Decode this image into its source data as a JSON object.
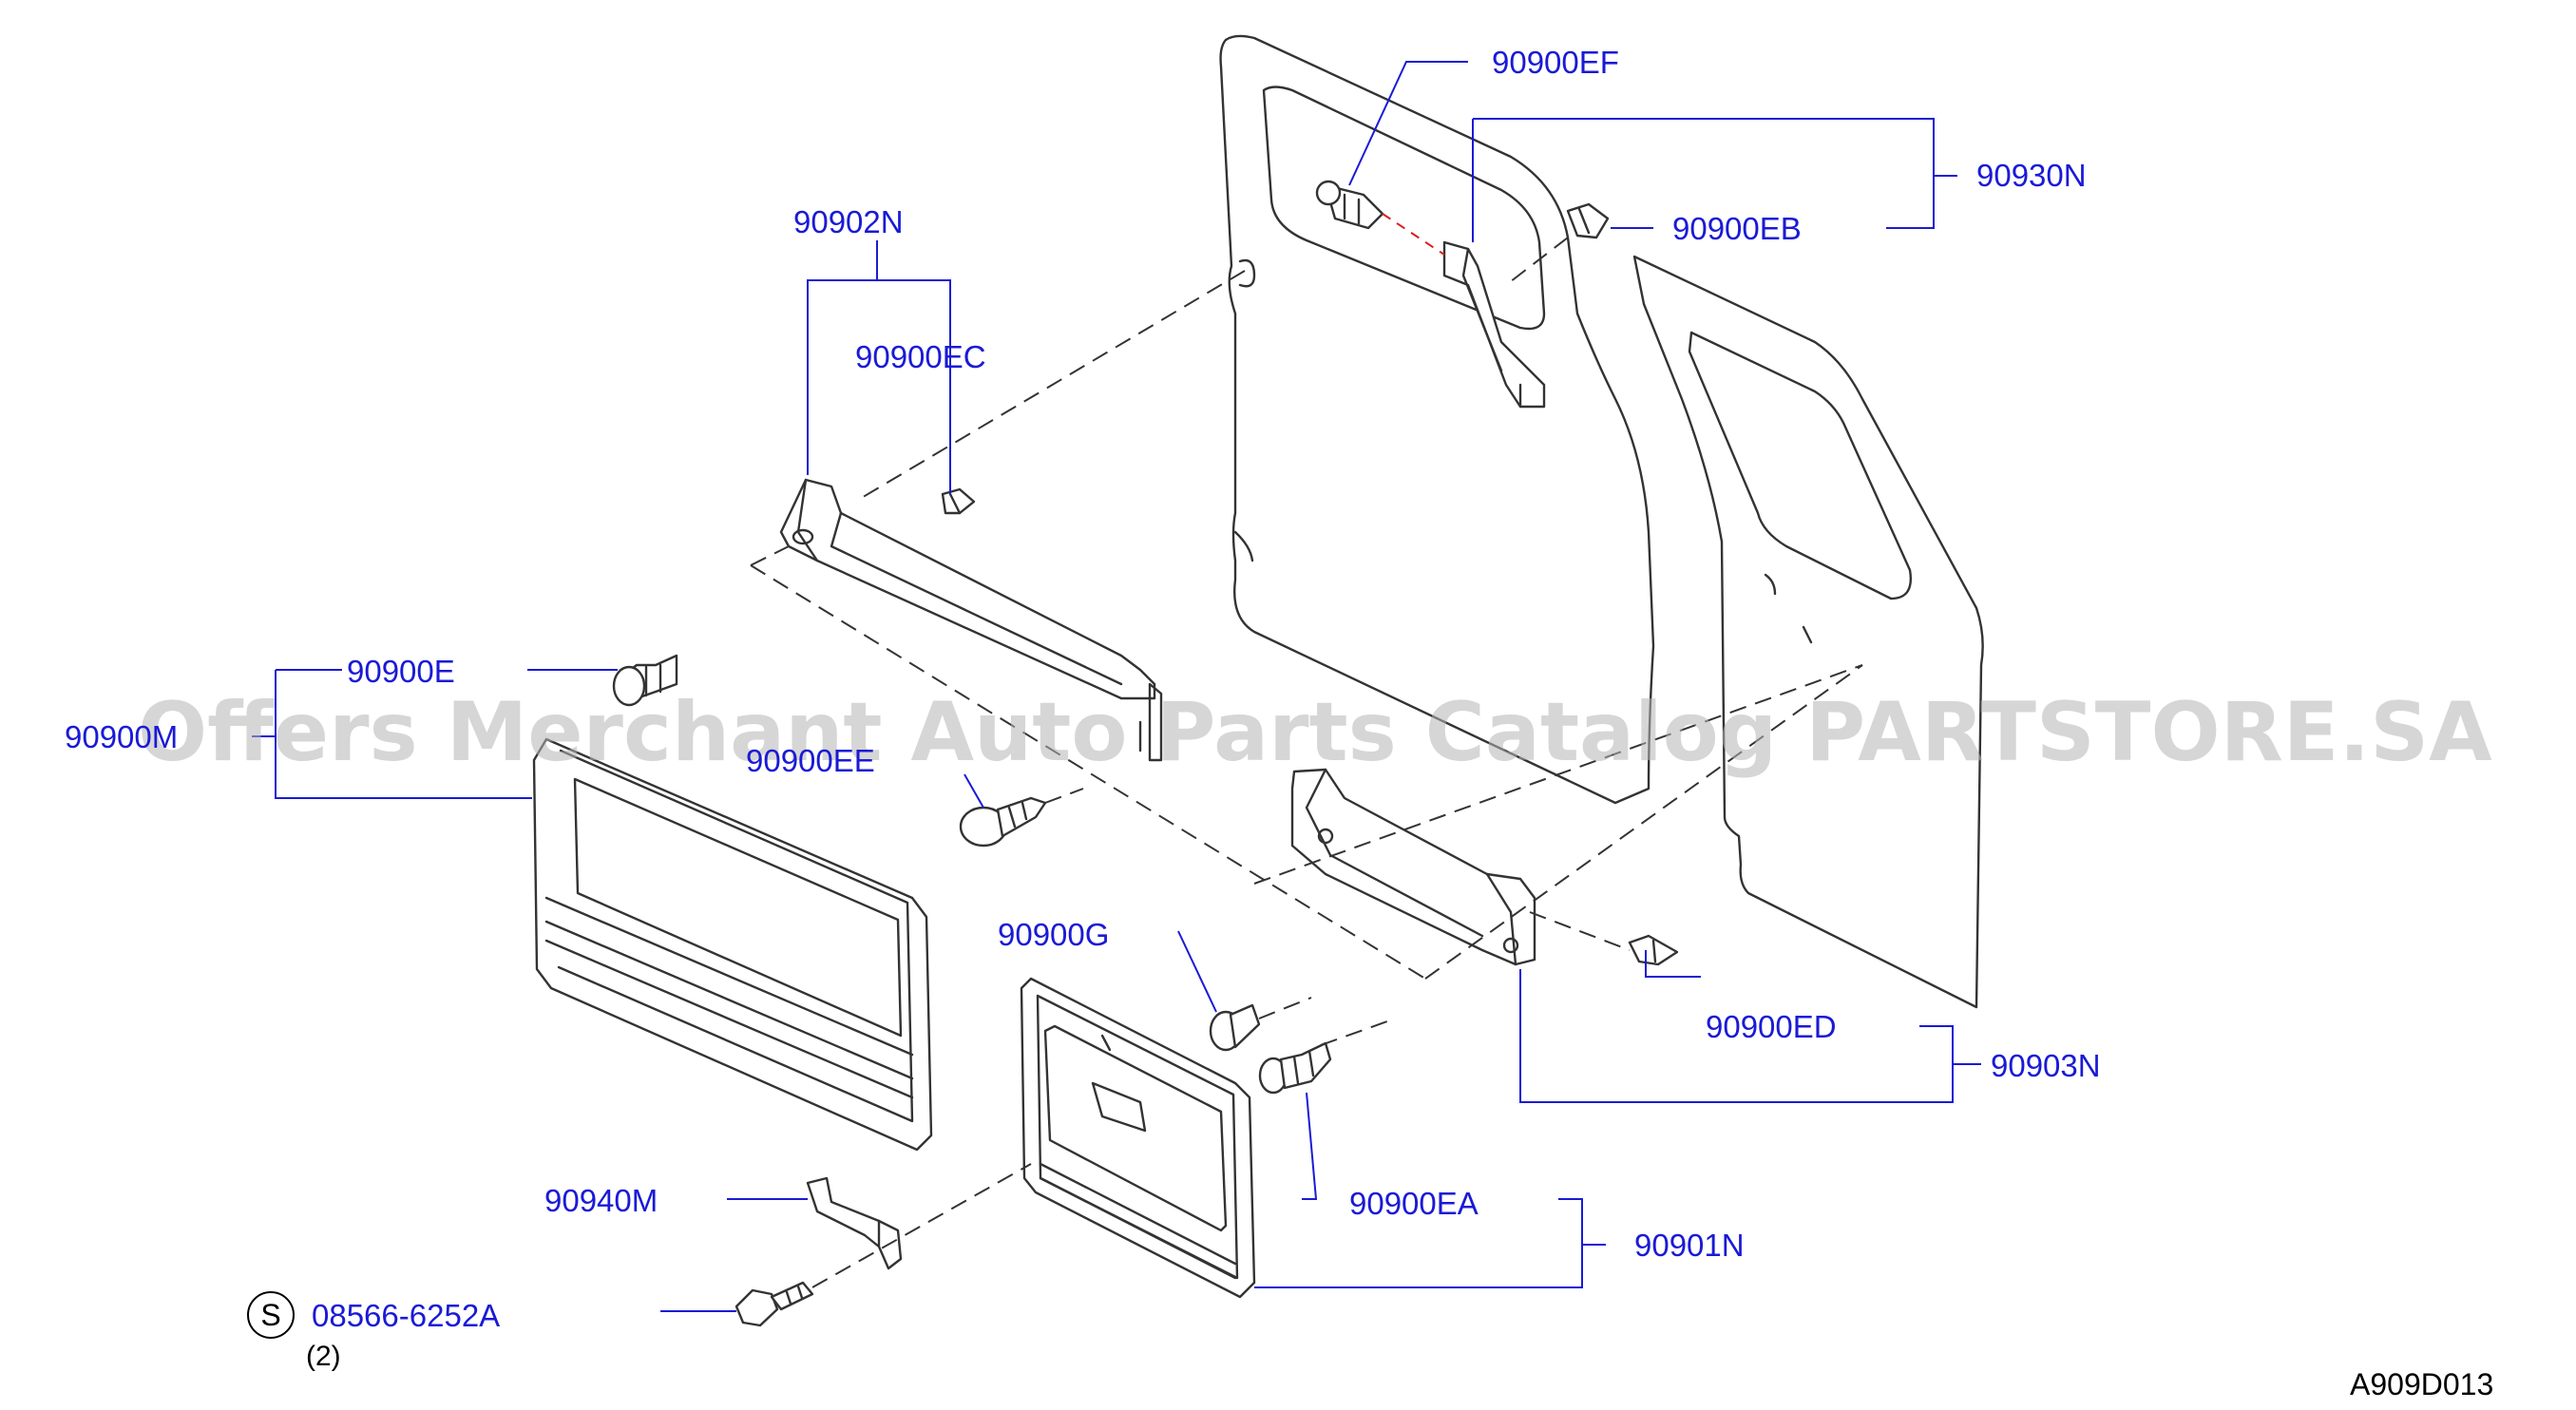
{
  "labels": {
    "p90900EF": "90900EF",
    "p90930N": "90930N",
    "p90900EB": "90900EB",
    "p90902N": "90902N",
    "p90900EC": "90900EC",
    "p90900E": "90900E",
    "p90900M": "90900M",
    "p90900EE": "90900EE",
    "p90900G": "90900G",
    "p90900ED": "90900ED",
    "p90903N": "90903N",
    "p90940M": "90940M",
    "p90900EA": "90900EA",
    "p90901N": "90901N",
    "screw": "08566-6252A",
    "screw_marker": "S",
    "screw_qty": "(2)"
  },
  "diagram_code": "A909D013",
  "watermark": "Offers Merchant Auto Parts Catalog PARTSTORE.SA",
  "colors": {
    "label": "#1a1ad6",
    "drawing": "#333333",
    "watermark": "#b4b4b4",
    "guide": "#d62020"
  }
}
